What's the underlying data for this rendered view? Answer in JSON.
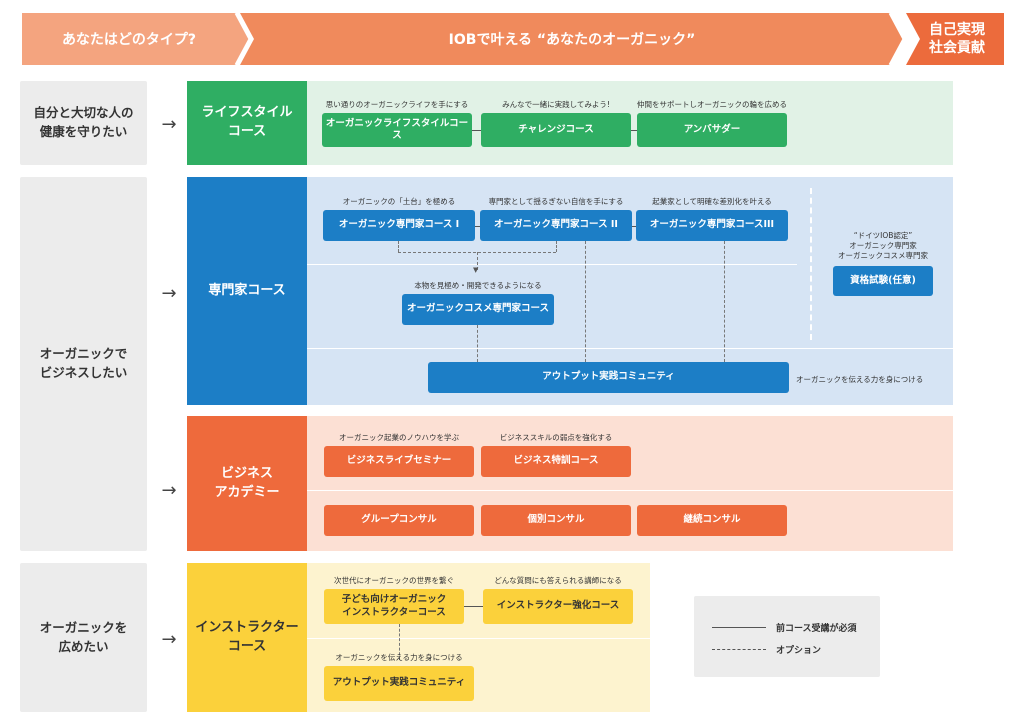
{
  "header": {
    "type_label": "あなたはどのタイプ?",
    "main_label": "IOBで叶える “あなたのオーガニック”",
    "end_label_1": "自己実現",
    "end_label_2": "社会貢献"
  },
  "arrow_glyph": "→",
  "rows": {
    "lifestyle": {
      "audience_1": "自分と大切な人の",
      "audience_2": "健康を守りたい",
      "category_1": "ライフスタイル",
      "category_2": "コース",
      "captions": [
        "思い通りのオーガニックライフを手にする",
        "みんなで一緒に実践してみよう!",
        "仲間をサポートしオーガニックの輪を広める"
      ],
      "buttons": [
        "オーガニックライフスタイルコース",
        "チャレンジコース",
        "アンバサダー"
      ]
    },
    "business_audience_1": "オーガニックで",
    "business_audience_2": "ビジネスしたい",
    "expert": {
      "category": "専門家コース",
      "captions": [
        "オーガニックの「土台」を極める",
        "専門家として揺るぎない自信を手にする",
        "起業家として明確な差別化を叶える"
      ],
      "buttons": [
        "オーガニック専門家コース I",
        "オーガニック専門家コース II",
        "オーガニック専門家コースIII"
      ],
      "cosme_caption": "本物を見極め・開発できるようになる",
      "cosme_button": "オーガニックコスメ専門家コース",
      "cert_caption_1": "“ドイツIOB認定”",
      "cert_caption_2": "オーガニック専門家",
      "cert_caption_3": "オーガニックコスメ専門家",
      "cert_button": "資格試験(任意)",
      "community_button": "アウトプット実践コミュニティ",
      "community_caption": "オーガニックを伝える力を身につける"
    },
    "academy": {
      "category_1": "ビジネス",
      "category_2": "アカデミー",
      "captions": [
        "オーガニック起業のノウハウを学ぶ",
        "ビジネススキルの弱点を強化する"
      ],
      "buttons": [
        "ビジネスライブセミナー",
        "ビジネス特訓コース"
      ],
      "consult_buttons": [
        "グループコンサル",
        "個別コンサル",
        "継続コンサル"
      ]
    },
    "instructor": {
      "audience_1": "オーガニックを",
      "audience_2": "広めたい",
      "category_1": "インストラクター",
      "category_2": "コース",
      "captions": [
        "次世代にオーガニックの世界を繋ぐ",
        "どんな質問にも答えられる講師になる"
      ],
      "kids_button_1": "子ども向けオーガニック",
      "kids_button_2": "インストラクターコース",
      "advanced_button": "インストラクター強化コース",
      "community_caption": "オーガニックを伝える力を身につける",
      "community_button": "アウトプット実践コミュニティ"
    }
  },
  "legend": {
    "solid_label": "前コース受講が必須",
    "dashed_label": "オプション"
  },
  "colors": {
    "header_light": "#f4a47f",
    "header_mid": "#f08a5c",
    "header_dark": "#ec6b3c",
    "green": "#2fae63",
    "green_bg": "#e1f2e6",
    "blue": "#1c7ec6",
    "blue_bg": "#d6e4f4",
    "orange": "#ee6a3c",
    "orange_bg": "#fce0d4",
    "yellow": "#fbd13b",
    "yellow_bg": "#fdf3cf",
    "gray_bg": "#ececec"
  }
}
